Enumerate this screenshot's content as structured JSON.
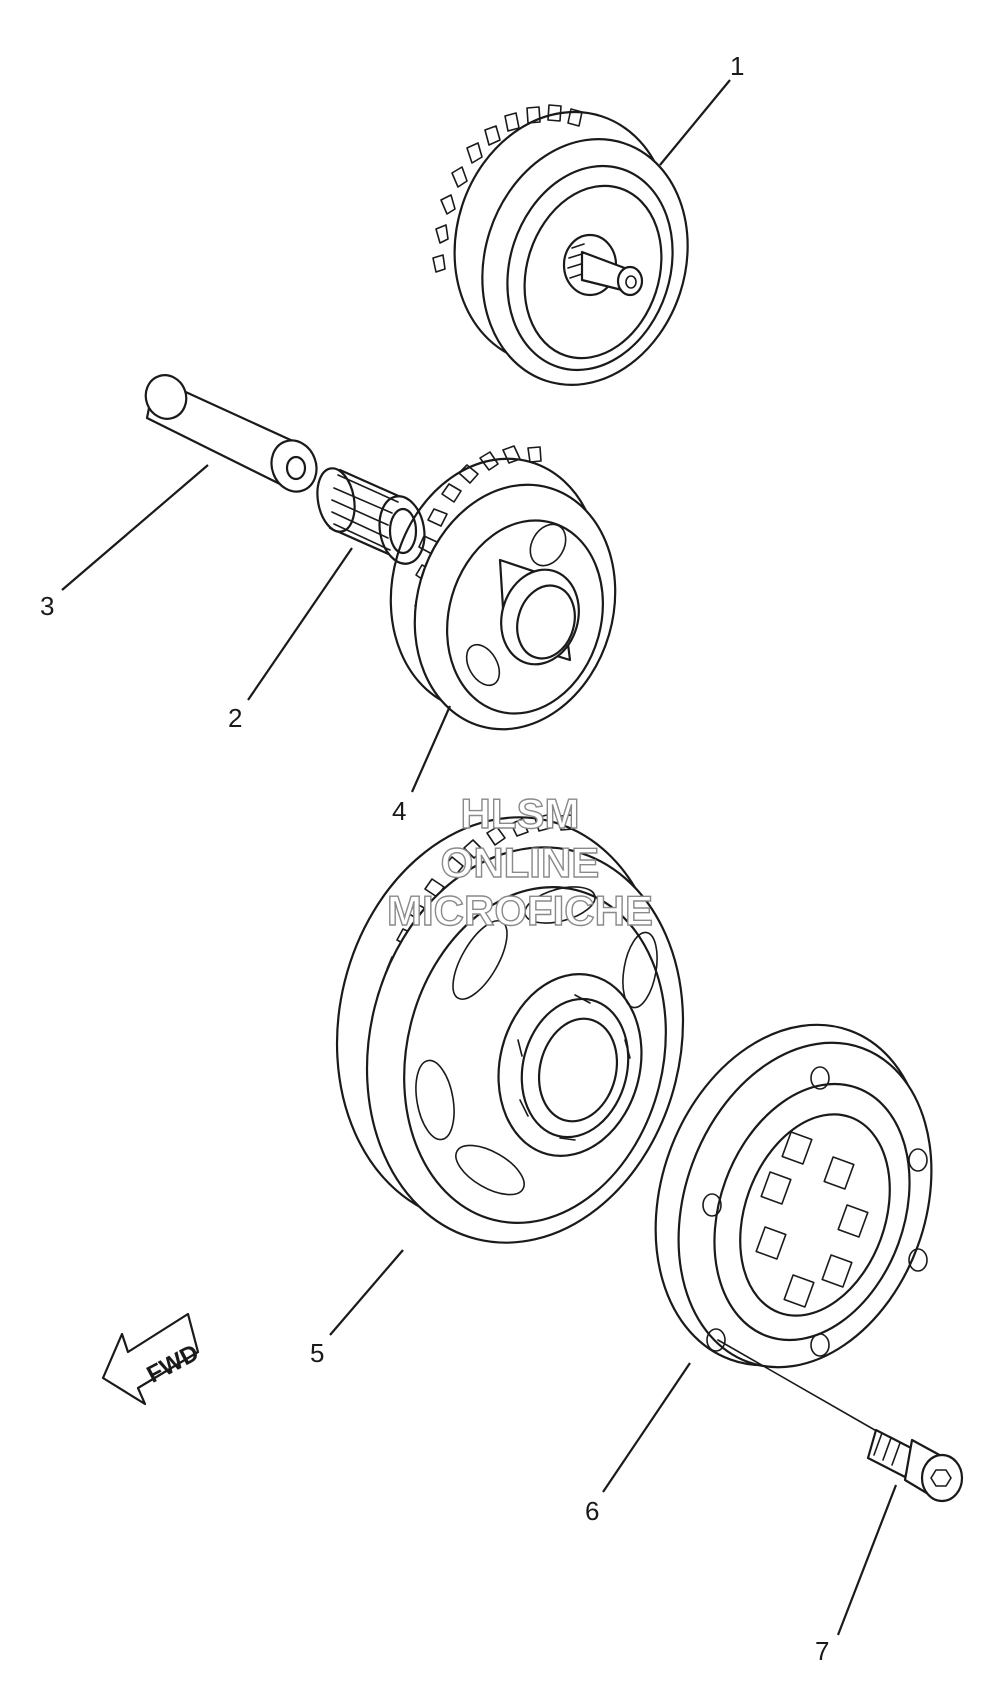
{
  "callouts": [
    "1",
    "2",
    "3",
    "4",
    "5",
    "6",
    "7"
  ],
  "direction_label": "FWD",
  "watermark": {
    "line1": "HLSM",
    "line2": "ONLINE",
    "line3": "MICROFICHE"
  }
}
